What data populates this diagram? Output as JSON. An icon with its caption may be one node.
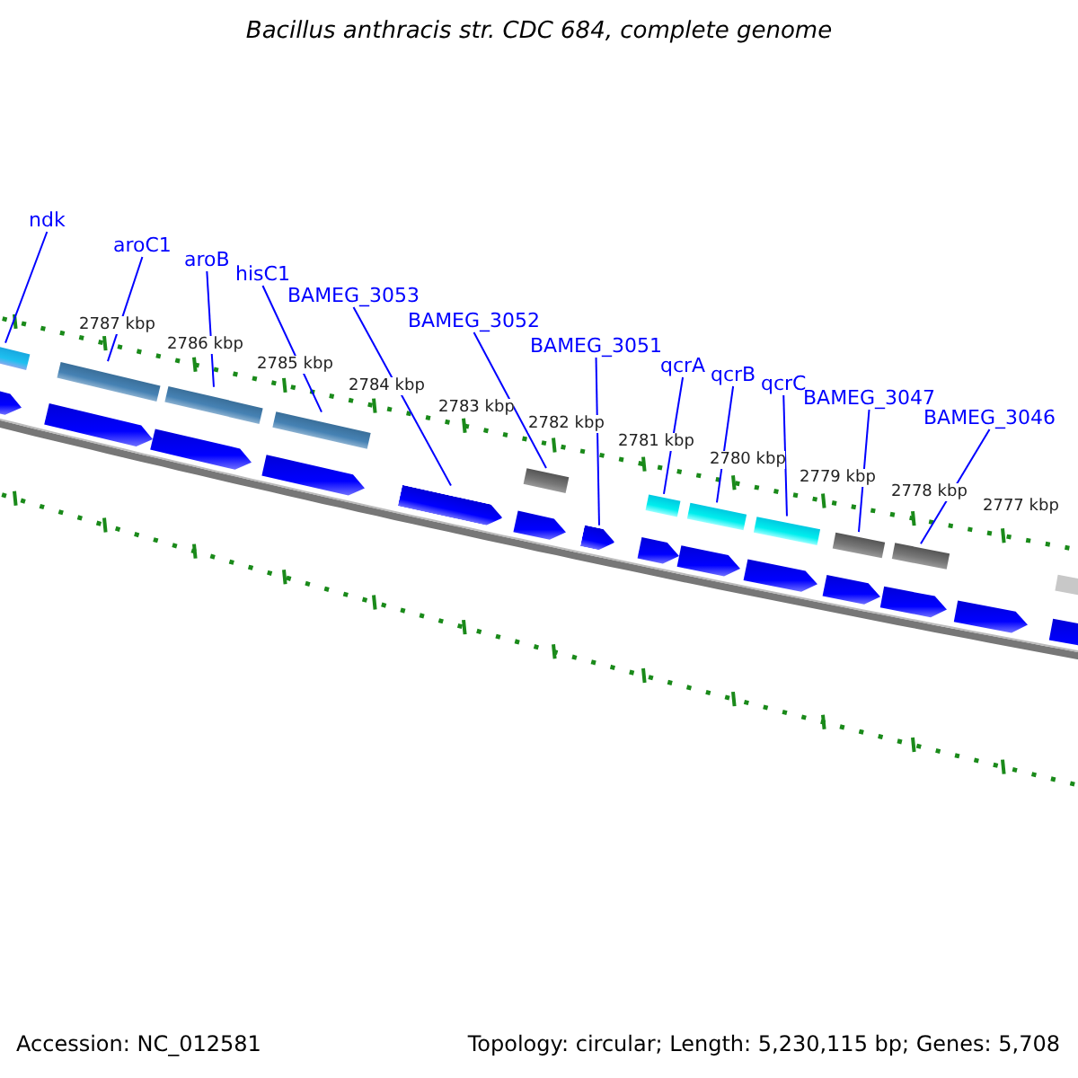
{
  "diagram": {
    "title": "Bacillus anthracis str. CDC 684, complete genome",
    "nodes": [
      {
        "text": [
          "ndk"
        ]
      },
      {
        "text": [
          "aroC1"
        ]
      },
      {
        "text": [
          "aroB"
        ]
      },
      {
        "text": [
          "hisC1"
        ]
      },
      {
        "text": [
          "BAMEG_3053"
        ]
      },
      {
        "text": [
          "BAMEG_3052"
        ]
      },
      {
        "text": [
          "BAMEG_3051"
        ]
      },
      {
        "text": [
          "qcrA"
        ]
      },
      {
        "text": [
          "qcrB"
        ]
      },
      {
        "text": [
          "qcrC"
        ]
      },
      {
        "text": [
          "BAMEG_3047"
        ]
      },
      {
        "text": [
          "BAMEG_3046"
        ]
      },
      {
        "text": [],
        "shape": "bar"
      },
      {
        "text": [],
        "shape": "bar"
      },
      {
        "text": [],
        "shape": "bar"
      },
      {
        "text": [],
        "shape": "bar"
      },
      {
        "text": [],
        "shape": "arrow"
      },
      {
        "text": [],
        "shape": "bar"
      },
      {
        "text": [],
        "shape": "arrow"
      },
      {
        "text": [],
        "shape": "bar"
      },
      {
        "text": [],
        "shape": "bar"
      },
      {
        "text": [],
        "shape": "bar"
      },
      {
        "text": [],
        "shape": "bar"
      },
      {
        "text": [],
        "shape": "bar"
      }
    ],
    "edges": [
      {
        "from": 0,
        "to": 12,
        "arrow": "none"
      },
      {
        "from": 1,
        "to": 13,
        "arrow": "none"
      },
      {
        "from": 2,
        "to": 14,
        "arrow": "none"
      },
      {
        "from": 3,
        "to": 15,
        "arrow": "none"
      },
      {
        "from": 4,
        "to": 16,
        "arrow": "none"
      },
      {
        "from": 5,
        "to": 17,
        "arrow": "none"
      },
      {
        "from": 6,
        "to": 18,
        "arrow": "none"
      },
      {
        "from": 7,
        "to": 19,
        "arrow": "none"
      },
      {
        "from": 8,
        "to": 20,
        "arrow": "none"
      },
      {
        "from": 9,
        "to": 21,
        "arrow": "none"
      },
      {
        "from": 10,
        "to": 22,
        "arrow": "none"
      },
      {
        "from": 11,
        "to": 23,
        "arrow": "none"
      }
    ],
    "labels": [
      "2787 kbp",
      "2786 kbp",
      "2785 kbp",
      "2784 kbp",
      "2783 kbp",
      "2782 kbp",
      "2781 kbp",
      "2780 kbp",
      "2779 kbp",
      "2778 kbp",
      "2777 kbp",
      "Accession: NC_012581",
      "Topology: circular; Length: 5,230,115 bp; Genes: 5,708"
    ]
  }
}
